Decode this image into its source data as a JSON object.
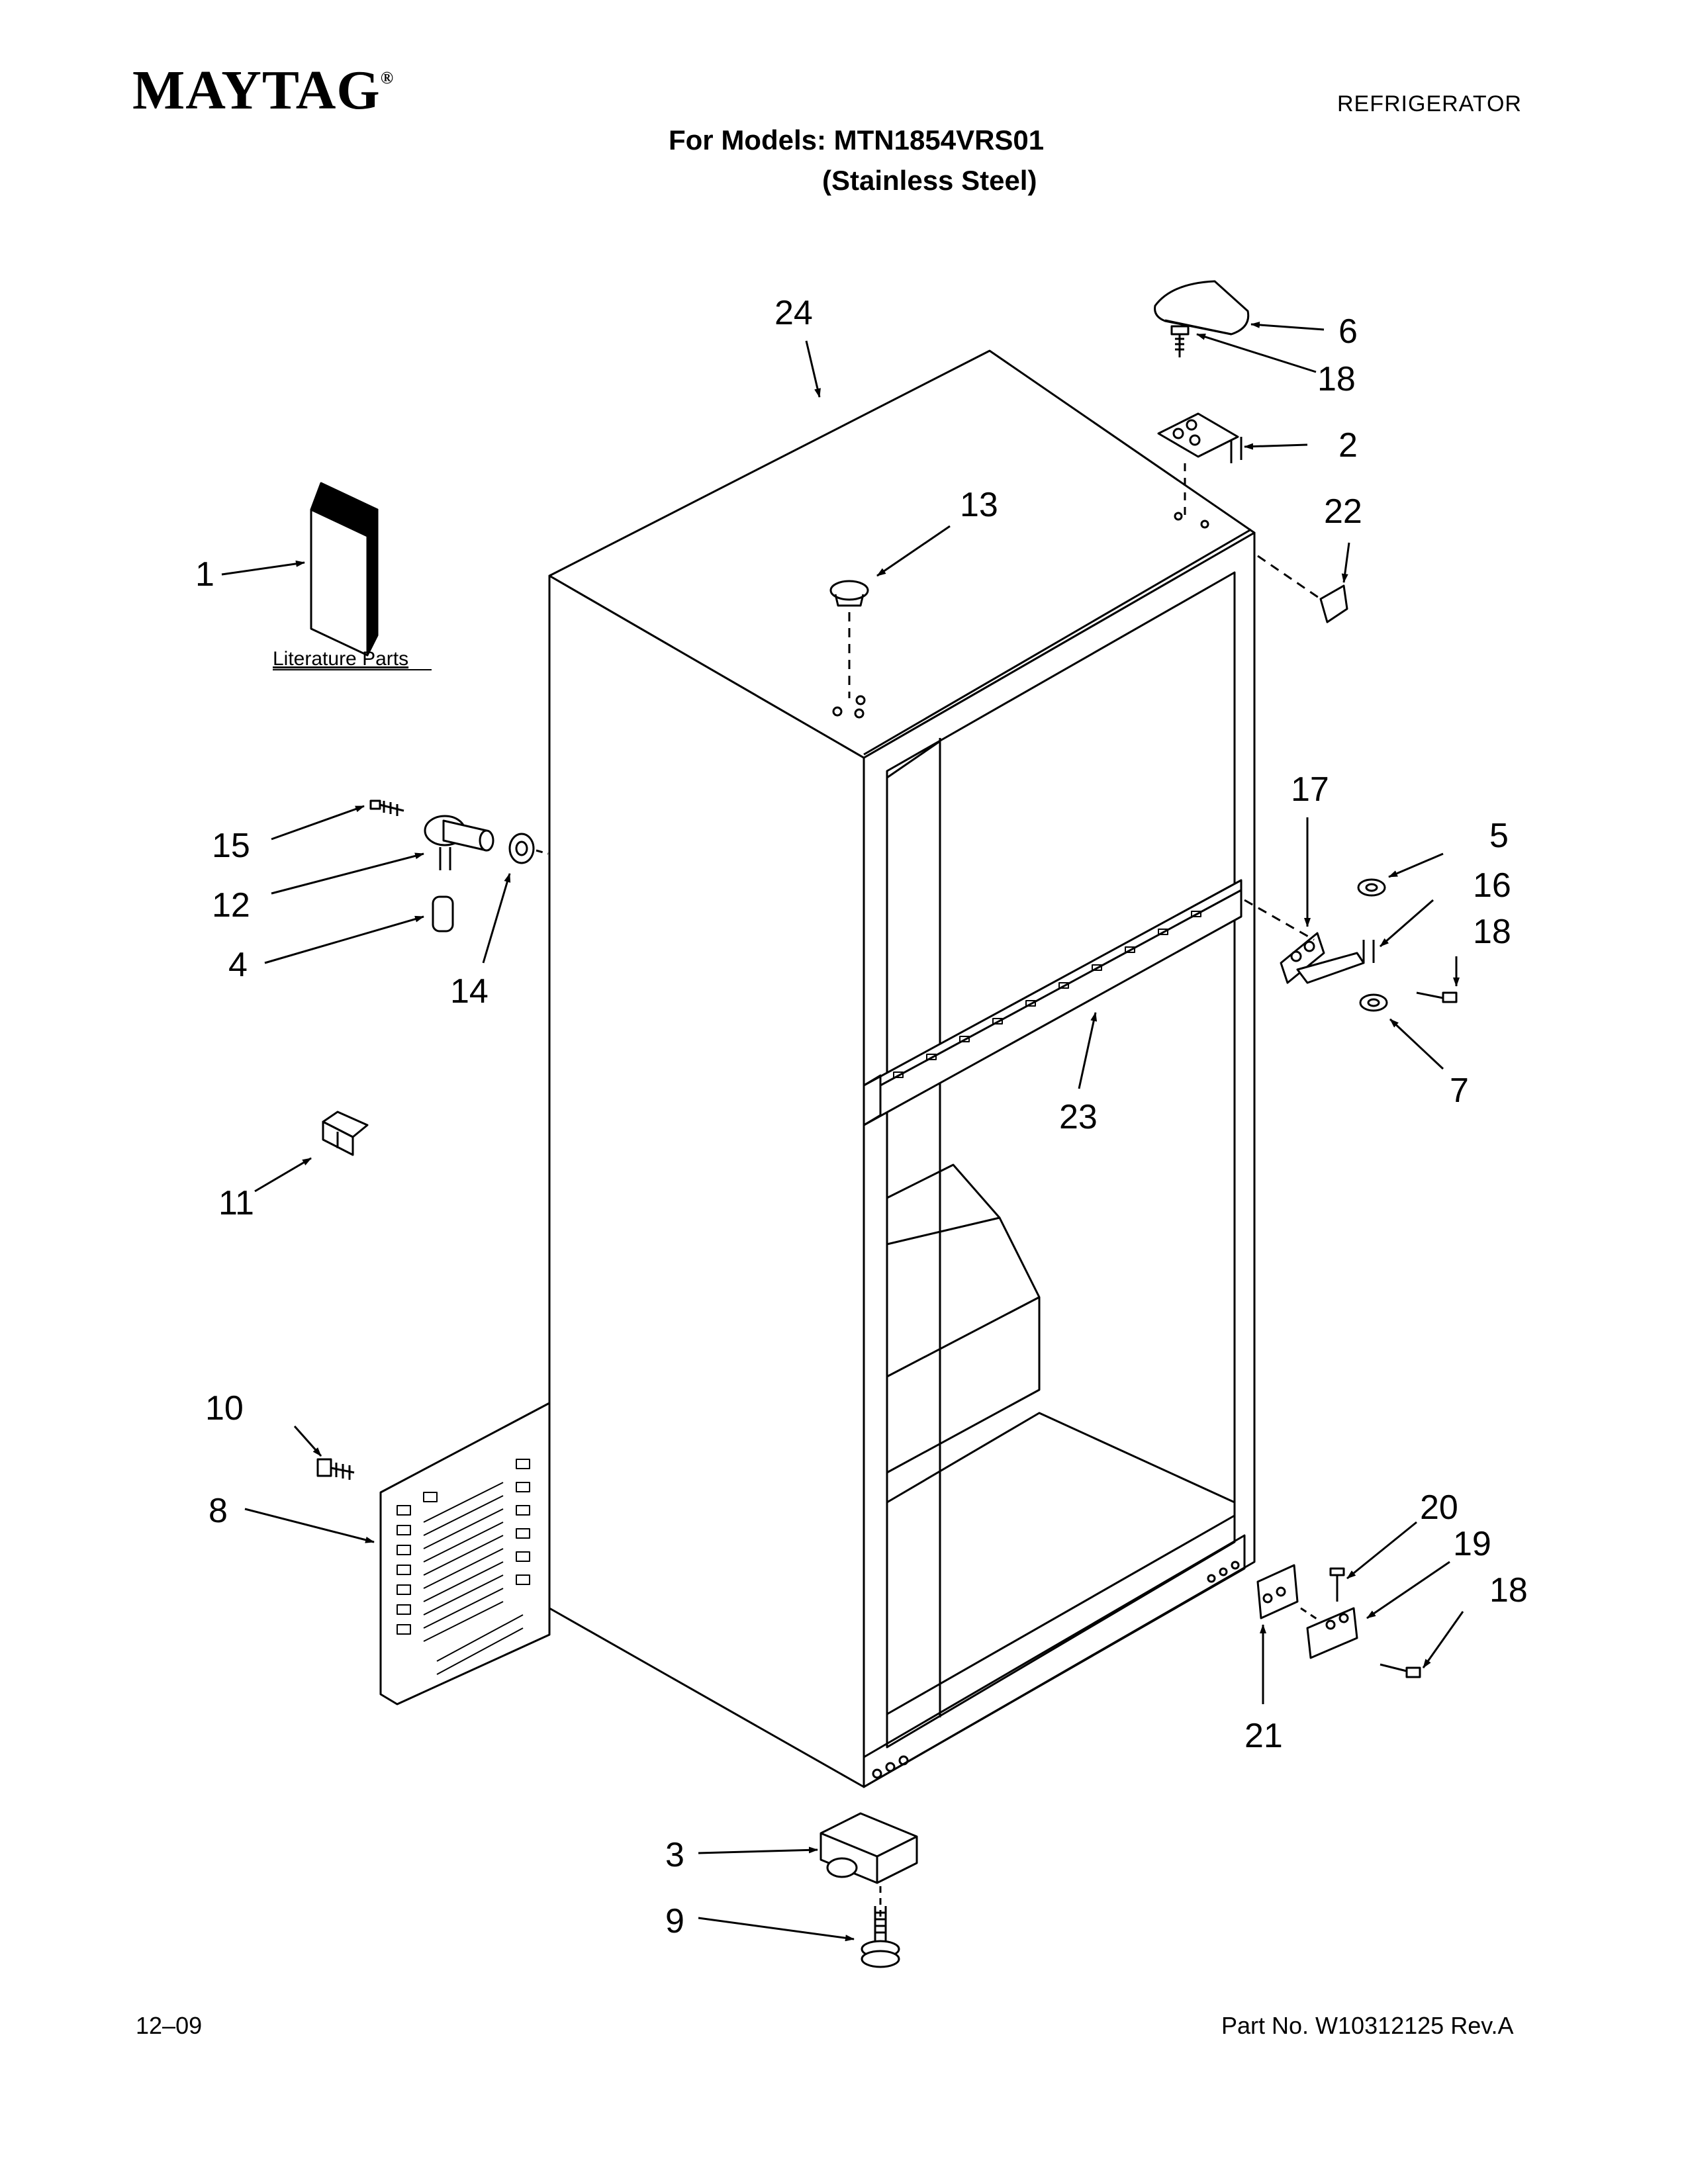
{
  "header": {
    "brand": "MAYTAG",
    "brand_mark": "®",
    "category": "REFRIGERATOR",
    "models_line": "For Models: MTN1854VRS01",
    "variant_line": "(Stainless Steel)"
  },
  "footer": {
    "date": "12–09",
    "part_number": "Part No. W10312125 Rev.A"
  },
  "literature_label": "Literature Parts",
  "callouts": [
    "24",
    "6",
    "18",
    "2",
    "13",
    "22",
    "1",
    "17",
    "5",
    "16",
    "18",
    "15",
    "12",
    "4",
    "14",
    "7",
    "23",
    "11",
    "10",
    "8",
    "20",
    "19",
    "18",
    "21",
    "3",
    "9"
  ],
  "colors": {
    "ink": "#000000",
    "paper": "#ffffff"
  }
}
